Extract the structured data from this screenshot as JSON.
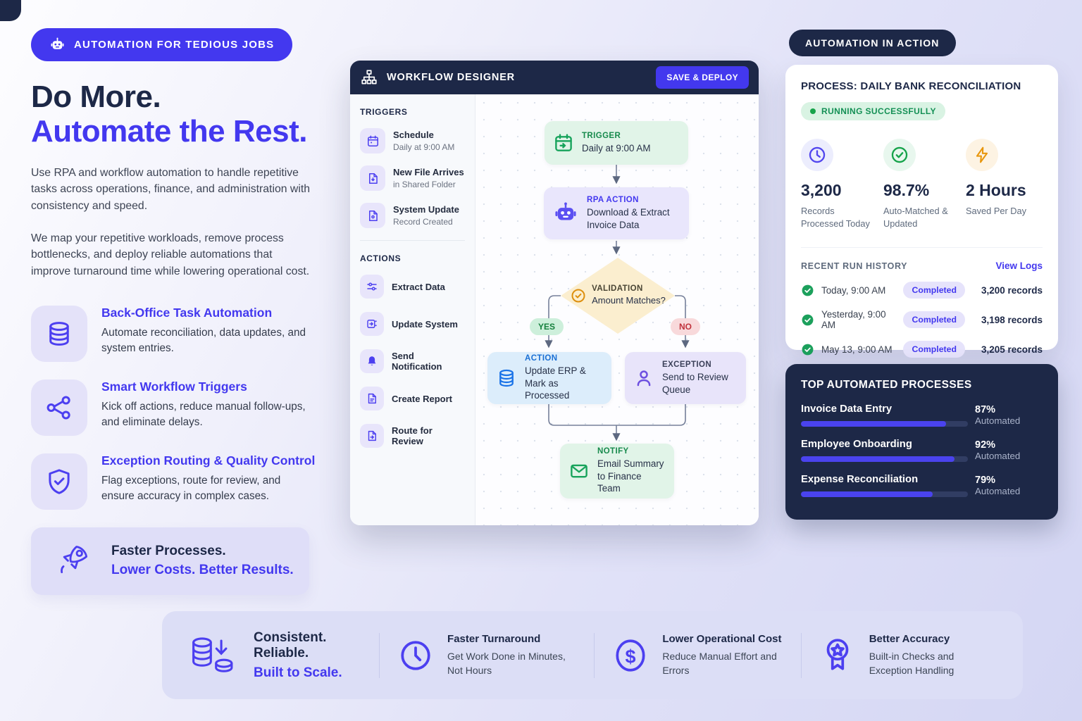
{
  "colors": {
    "accent": "#4338ef",
    "navy": "#1d2847",
    "green": "#16a34a",
    "orange": "#e8960c",
    "blue": "#1a73e8",
    "purple": "#6d4fe0"
  },
  "hero": {
    "badge": "AUTOMATION FOR TEDIOUS JOBS",
    "badge_icon": "robot-icon",
    "title_line1": "Do More.",
    "title_line2": "Automate the Rest.",
    "paragraph1": "Use RPA and workflow automation to handle repetitive tasks across operations, finance, and administration with consistency and speed.",
    "paragraph2": "We map your repetitive workloads, remove process bottlenecks, and deploy reliable automations that improve turnaround time while lowering operational cost.",
    "features": [
      {
        "icon": "database-icon",
        "title": "Back-Office Task Automation",
        "description": "Automate reconciliation, data updates, and system entries."
      },
      {
        "icon": "share-nodes-icon",
        "title": "Smart Workflow Triggers",
        "description": "Kick off actions, reduce manual follow-ups, and eliminate delays."
      },
      {
        "icon": "shield-check-icon",
        "title": "Exception Routing & Quality Control",
        "description": "Flag exceptions, route for review, and ensure accuracy in complex cases."
      }
    ],
    "highlight": {
      "icon": "rocket-icon",
      "title": "Faster Processes.",
      "subtitle": "Lower Costs. Better Results."
    }
  },
  "designer": {
    "title": "WORKFLOW DESIGNER",
    "title_icon": "sitemap-icon",
    "save_button": "SAVE & DEPLOY",
    "triggers_heading": "TRIGGERS",
    "triggers": [
      {
        "icon": "calendar-icon",
        "title": "Schedule",
        "subtitle": "Daily at 9:00 AM"
      },
      {
        "icon": "file-arrive-icon",
        "title": "New File Arrives",
        "subtitle": "in Shared Folder"
      },
      {
        "icon": "file-record-icon",
        "title": "System Update",
        "subtitle": "Record Created"
      }
    ],
    "actions_heading": "ACTIONS",
    "actions": [
      {
        "icon": "extract-data-icon",
        "label": "Extract Data"
      },
      {
        "icon": "update-system-icon",
        "label": "Update System"
      },
      {
        "icon": "bell-icon",
        "label": "Send Notification"
      },
      {
        "icon": "report-icon",
        "label": "Create Report"
      },
      {
        "icon": "route-icon",
        "label": "Route for Review"
      }
    ],
    "flow": {
      "trigger": {
        "icon": "calendar-icon",
        "label": "TRIGGER",
        "title": "Daily at 9:00 AM"
      },
      "rpa": {
        "icon": "robot-icon",
        "label": "RPA ACTION",
        "title": "Download & Extract Invoice Data"
      },
      "validation": {
        "icon": "check-circle-icon",
        "label": "VALIDATION",
        "title": "Amount Matches?"
      },
      "yes_label": "YES",
      "no_label": "NO",
      "action": {
        "icon": "database-icon",
        "label": "ACTION",
        "title": "Update ERP & Mark as Processed"
      },
      "exception": {
        "icon": "person-icon",
        "label": "EXCEPTION",
        "title": "Send to Review Queue"
      },
      "notify": {
        "icon": "envelope-icon",
        "label": "NOTIFY",
        "title": "Email Summary to Finance Team"
      }
    }
  },
  "panel": {
    "badge": "AUTOMATION IN ACTION",
    "process": {
      "title": "PROCESS: DAILY BANK RECONCILIATION",
      "status": "RUNNING SUCCESSFULLY",
      "stats": [
        {
          "icon": "clock-icon",
          "value": "3,200",
          "label": "Records Processed Today"
        },
        {
          "icon": "check-circle-icon",
          "value": "98.7%",
          "label": "Auto-Matched & Updated"
        },
        {
          "icon": "lightning-icon",
          "value": "2 Hours",
          "label": "Saved Per Day"
        }
      ],
      "history_heading": "RECENT RUN HISTORY",
      "view_logs_label": "View Logs",
      "history": [
        {
          "icon": "check-circle-icon",
          "date": "Today, 9:00 AM",
          "status": "Completed",
          "records": "3,200 records"
        },
        {
          "icon": "check-circle-icon",
          "date": "Yesterday, 9:00 AM",
          "status": "Completed",
          "records": "3,198 records"
        },
        {
          "icon": "check-circle-icon",
          "date": "May 13, 9:00 AM",
          "status": "Completed",
          "records": "3,205 records"
        }
      ]
    },
    "top_processes": {
      "heading": "TOP AUTOMATED PROCESSES",
      "items": [
        {
          "name": "Invoice Data Entry",
          "percent": 87,
          "percent_label": "87%",
          "suffix": " Automated"
        },
        {
          "name": "Employee Onboarding",
          "percent": 92,
          "percent_label": "92%",
          "suffix": " Automated"
        },
        {
          "name": "Expense Reconciliation",
          "percent": 79,
          "percent_label": "79%",
          "suffix": " Automated"
        }
      ]
    }
  },
  "footer": {
    "primary": {
      "icon": "coins-arrow-icon",
      "title": "Consistent. Reliable.",
      "subtitle": "Built to Scale."
    },
    "features": [
      {
        "icon": "clock-icon",
        "title": "Faster Turnaround",
        "description": "Get Work Done in Minutes, Not Hours"
      },
      {
        "icon": "dollar-icon",
        "title": "Lower Operational Cost",
        "description": "Reduce Manual Effort and Errors"
      },
      {
        "icon": "award-icon",
        "title": "Better Accuracy",
        "description": "Built-in Checks and Exception Handling"
      }
    ]
  }
}
